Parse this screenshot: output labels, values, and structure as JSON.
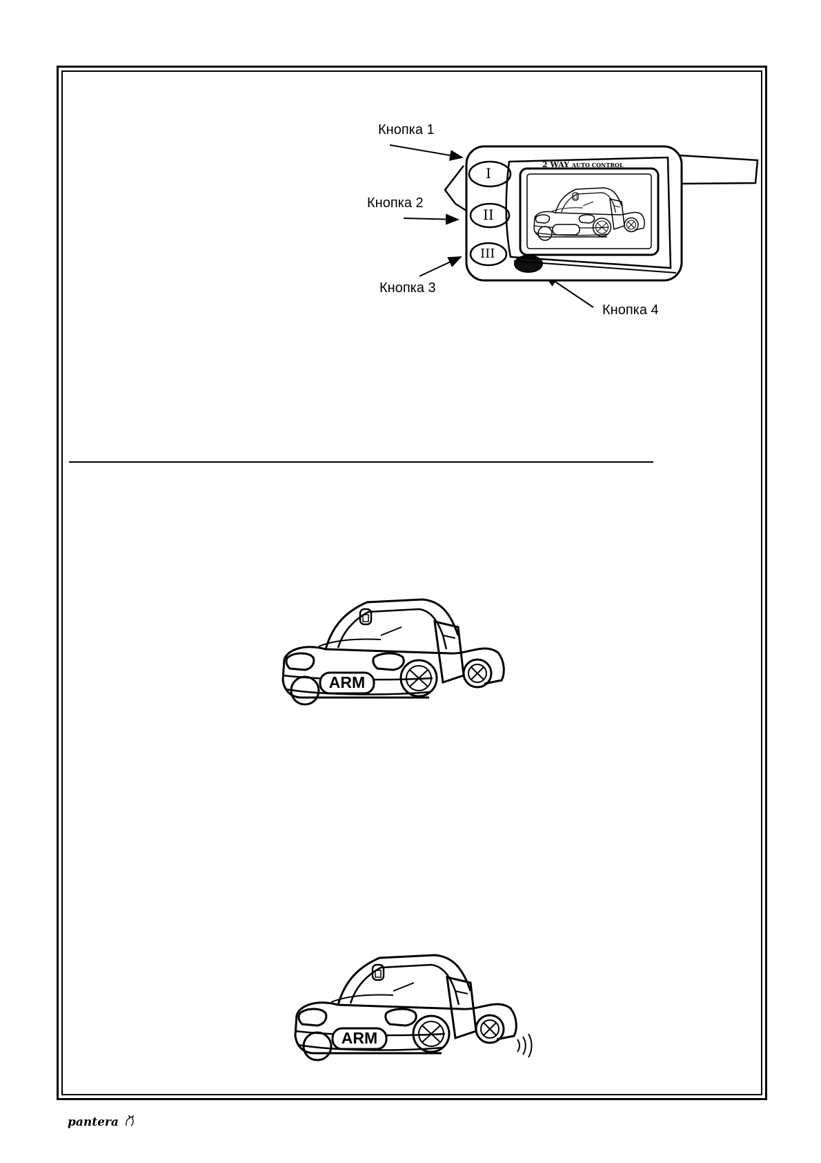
{
  "remote": {
    "button_labels": [
      "Кнопка 1",
      "Кнопка 2",
      "Кнопка 3",
      "Кнопка 4"
    ],
    "header_text": "2 WAY",
    "header_small_text": "AUTO CONTROL",
    "key_marks": [
      "I",
      "II",
      "III"
    ]
  },
  "illustrations": {
    "plate_1": "ARM",
    "plate_2": "ARM"
  },
  "footer": {
    "logo": "pantera"
  }
}
